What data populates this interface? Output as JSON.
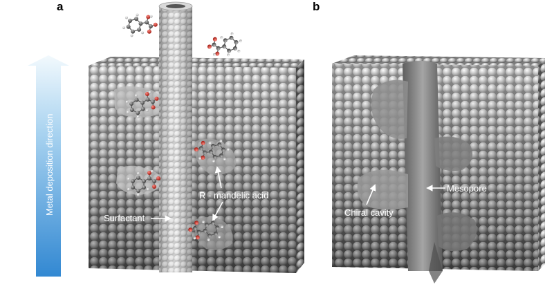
{
  "panels": {
    "a": {
      "letter": "a",
      "arrow_label": "Metal deposition direction",
      "labels": {
        "surfactant": "Surfactant",
        "mandelic": "R - mandelic acid"
      }
    },
    "b": {
      "letter": "b",
      "labels": {
        "chiral_cavity": "Chiral cavity",
        "mesopore": "Mesopore"
      }
    }
  },
  "colors": {
    "arrow_top": "#eaf5fc",
    "arrow_bottom": "#3a8fd6",
    "sphere_light": "#e8e8e8",
    "sphere_dark": "#5a5a5a",
    "oxygen": "#c0281e",
    "carbon": "#6e6e6e",
    "hydrogen": "#f4f4f4"
  }
}
